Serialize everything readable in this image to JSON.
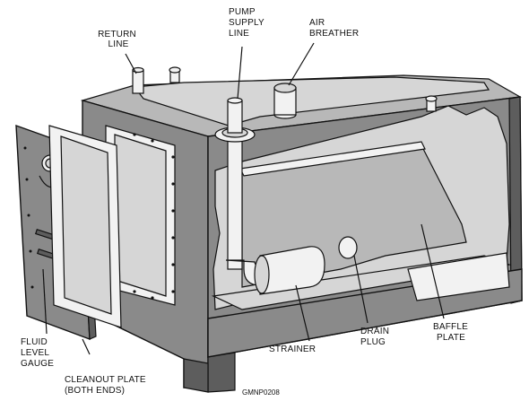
{
  "labels": {
    "return_line": [
      "RETURN",
      "LINE"
    ],
    "pump_supply_line": [
      "PUMP",
      "SUPPLY",
      "LINE"
    ],
    "air_breather": [
      "AIR",
      "BREATHER"
    ],
    "fluid_level_gauge": [
      "FLUID",
      "LEVEL",
      "GAUGE"
    ],
    "cleanout_plate": [
      "CLEANOUT PLATE",
      "(BOTH ENDS)"
    ],
    "strainer": [
      "STRAINER"
    ],
    "drain_plug": [
      "DRAIN",
      "PLUG"
    ],
    "baffle_plate": [
      "BAFFLE",
      "PLATE"
    ]
  },
  "figure_code": "GMNP0208",
  "colors": {
    "tank_body": "#8a8a8a",
    "interior": "#d6d6d6",
    "outline": "#111111",
    "background": "#ffffff"
  }
}
